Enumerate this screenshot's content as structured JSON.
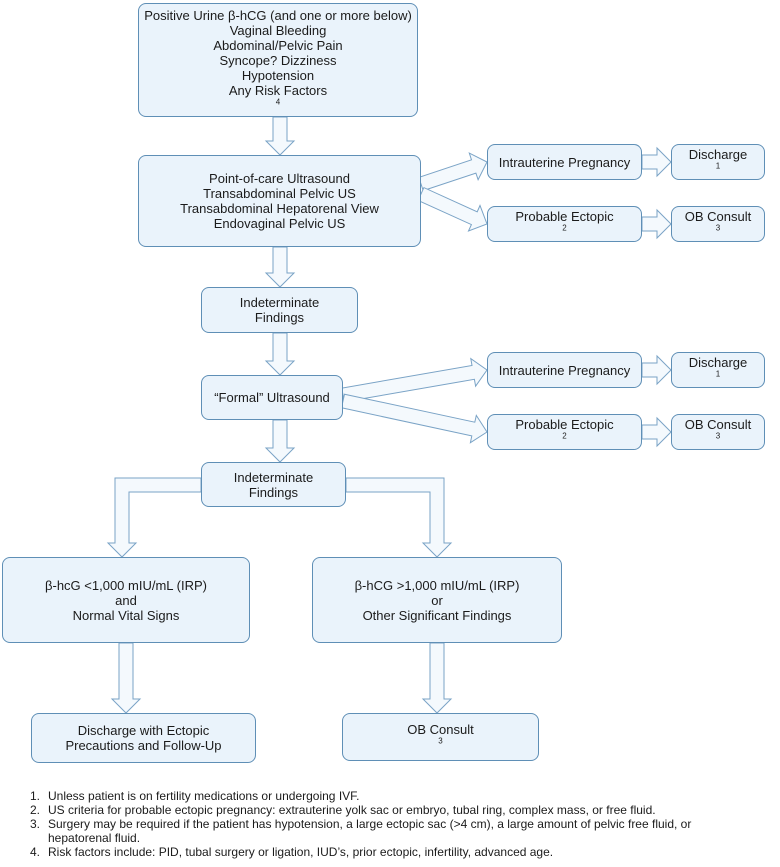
{
  "boxes": {
    "initial": {
      "lines": [
        "Positive Urine β-hCG (and one or more below)",
        "Vaginal Bleeding",
        "Abdominal/Pelvic Pain",
        "Syncope? Dizziness",
        "Hypotension"
      ],
      "risk_label": "Any Risk Factors",
      "risk_sup": "4"
    },
    "poc_us": {
      "lines": [
        "Point-of-care Ultrasound",
        "Transabdominal Pelvic US",
        "Transabdominal Hepatorenal View",
        "Endovaginal Pelvic US"
      ]
    },
    "iup_1": {
      "label": "Intrauterine Pregnancy"
    },
    "discharge_1": {
      "label": "Discharge",
      "sup": "1"
    },
    "ectopic_1": {
      "label": "Probable Ectopic",
      "sup": "2"
    },
    "ob_1": {
      "label": "OB Consult",
      "sup": "3"
    },
    "indeterminate_1": {
      "lines": [
        "Indeterminate",
        "Findings"
      ]
    },
    "formal_us": {
      "label": "“Formal” Ultrasound"
    },
    "iup_2": {
      "label": "Intrauterine Pregnancy"
    },
    "discharge_2": {
      "label": "Discharge",
      "sup": "1"
    },
    "ectopic_2": {
      "label": "Probable Ectopic",
      "sup": "2"
    },
    "ob_2": {
      "label": "OB Consult",
      "sup": "3"
    },
    "indeterminate_2": {
      "lines": [
        "Indeterminate",
        "Findings"
      ]
    },
    "low_hcg": {
      "lines": [
        "β-hcG <1,000 mIU/mL (IRP)",
        "and",
        "Normal Vital Signs"
      ]
    },
    "high_hcg": {
      "lines": [
        "β-hCG >1,000 mIU/mL (IRP)",
        "or",
        "Other Significant Findings"
      ]
    },
    "discharge_ectopic": {
      "lines": [
        "Discharge with Ectopic",
        "Precautions and Follow-Up"
      ]
    },
    "ob_final": {
      "label": "OB Consult",
      "sup": "3"
    }
  },
  "footnotes": [
    {
      "num": "1.",
      "text": "Unless patient is on fertility medications or undergoing IVF."
    },
    {
      "num": "2.",
      "text": "US criteria for probable ectopic pregnancy: extrauterine yolk sac or embryo, tubal ring, complex mass, or free fluid."
    },
    {
      "num": "3.",
      "text": "Surgery may be required if the patient has hypotension, a large ectopic sac (>4 cm), a large amount of pelvic free fluid, or hepatorenal fluid."
    },
    {
      "num": "4.",
      "text": "Risk factors include: PID, tubal surgery or ligation, IUD’s, prior ectopic, infertility, advanced age."
    }
  ],
  "colors": {
    "box_fill": "#eaf3fb",
    "box_border": "#5f8fb6",
    "arrow_fill": "#f4f9fd",
    "arrow_stroke": "#7aa3c6"
  }
}
